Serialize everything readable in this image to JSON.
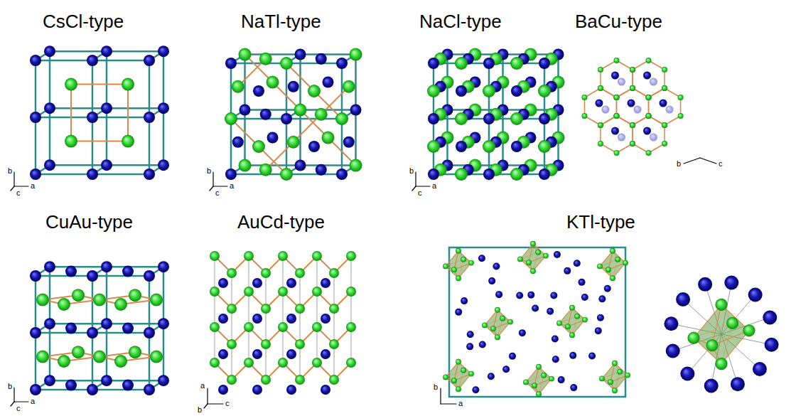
{
  "diagram": {
    "labels": [
      "CsCl-type",
      "NaTl-type",
      "NaCl-type",
      "BaCu-type",
      "CuAu-type",
      "AuCd-type",
      "KTl-type",
      "b",
      "c",
      "a",
      "b",
      "c",
      "a",
      "b",
      "c",
      "a",
      "b",
      "c",
      "b",
      "c",
      "a",
      "a",
      "b",
      "c",
      "b",
      "a"
    ]
  }
}
